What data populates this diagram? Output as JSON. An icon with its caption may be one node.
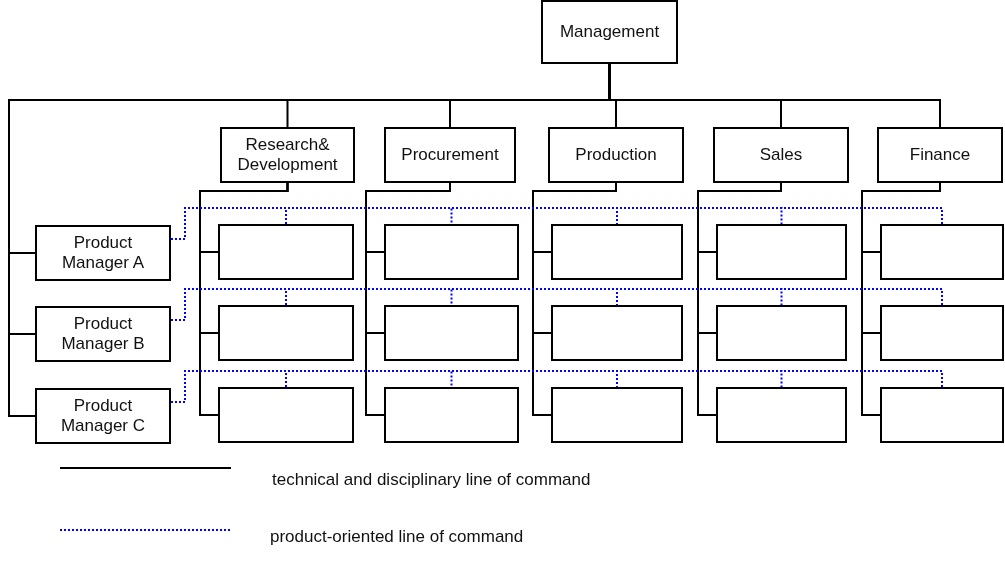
{
  "diagram": {
    "nodes": [
      {
        "text": [
          "Management"
        ]
      },
      {
        "text": [
          "Research& Development"
        ]
      },
      {
        "text": [
          "Procurement"
        ]
      },
      {
        "text": [
          "Production"
        ]
      },
      {
        "text": [
          "Sales"
        ]
      },
      {
        "text": [
          "Finance"
        ]
      },
      {
        "text": [
          "Product Manager A"
        ]
      },
      {
        "text": [],
        "shape": "box"
      },
      {
        "text": [],
        "shape": "box"
      },
      {
        "text": [],
        "shape": "box"
      },
      {
        "text": [],
        "shape": "box"
      },
      {
        "text": [],
        "shape": "box"
      },
      {
        "text": [
          "Product Manager B"
        ]
      },
      {
        "text": [],
        "shape": "box"
      },
      {
        "text": [],
        "shape": "box"
      },
      {
        "text": [],
        "shape": "box"
      },
      {
        "text": [],
        "shape": "box"
      },
      {
        "text": [],
        "shape": "box"
      },
      {
        "text": [
          "Product Manager C"
        ]
      },
      {
        "text": [],
        "shape": "box"
      },
      {
        "text": [],
        "shape": "box"
      },
      {
        "text": [],
        "shape": "box"
      },
      {
        "text": [],
        "shape": "box"
      },
      {
        "text": [],
        "shape": "box"
      }
    ],
    "edges": [
      {
        "from": 0,
        "to": 1,
        "arrow": "none"
      },
      {
        "from": 0,
        "to": 2,
        "arrow": "none"
      },
      {
        "from": 0,
        "to": 3,
        "arrow": "none"
      },
      {
        "from": 0,
        "to": 4,
        "arrow": "none"
      },
      {
        "from": 0,
        "to": 5,
        "arrow": "none"
      },
      {
        "from": 0,
        "to": 6,
        "arrow": "none"
      },
      {
        "from": 0,
        "to": 12,
        "arrow": "none"
      },
      {
        "from": 0,
        "to": 18,
        "arrow": "none"
      },
      {
        "from": 1,
        "to": 7,
        "arrow": "none"
      },
      {
        "from": 1,
        "to": 13,
        "arrow": "none"
      },
      {
        "from": 1,
        "to": 19,
        "arrow": "none"
      },
      {
        "from": 2,
        "to": 8,
        "arrow": "none"
      },
      {
        "from": 2,
        "to": 14,
        "arrow": "none"
      },
      {
        "from": 2,
        "to": 20,
        "arrow": "none"
      },
      {
        "from": 3,
        "to": 9,
        "arrow": "none"
      },
      {
        "from": 3,
        "to": 15,
        "arrow": "none"
      },
      {
        "from": 3,
        "to": 21,
        "arrow": "none"
      },
      {
        "from": 4,
        "to": 10,
        "arrow": "none"
      },
      {
        "from": 4,
        "to": 16,
        "arrow": "none"
      },
      {
        "from": 4,
        "to": 22,
        "arrow": "none"
      },
      {
        "from": 5,
        "to": 11,
        "arrow": "none"
      },
      {
        "from": 5,
        "to": 17,
        "arrow": "none"
      },
      {
        "from": 5,
        "to": 23,
        "arrow": "none"
      },
      {
        "from": 6,
        "to": 7,
        "arrow": "none",
        "style": "dashed",
        "color": "#0000ff"
      },
      {
        "from": 6,
        "to": 8,
        "arrow": "none",
        "style": "dashed",
        "color": "#0000ff"
      },
      {
        "from": 6,
        "to": 9,
        "arrow": "none",
        "style": "dashed",
        "color": "#0000ff"
      },
      {
        "from": 6,
        "to": 10,
        "arrow": "none",
        "style": "dashed",
        "color": "#0000ff"
      },
      {
        "from": 6,
        "to": 11,
        "arrow": "none",
        "style": "dashed",
        "color": "#0000ff"
      },
      {
        "from": 12,
        "to": 13,
        "arrow": "none",
        "style": "dashed",
        "color": "#0000ff"
      },
      {
        "from": 12,
        "to": 14,
        "arrow": "none",
        "style": "dashed",
        "color": "#0000ff"
      },
      {
        "from": 12,
        "to": 15,
        "arrow": "none",
        "style": "dashed",
        "color": "#0000ff"
      },
      {
        "from": 12,
        "to": 16,
        "arrow": "none",
        "style": "dashed",
        "color": "#0000ff"
      },
      {
        "from": 12,
        "to": 17,
        "arrow": "none",
        "style": "dashed",
        "color": "#0000ff"
      },
      {
        "from": 18,
        "to": 19,
        "arrow": "none",
        "style": "dashed",
        "color": "#0000ff"
      },
      {
        "from": 18,
        "to": 20,
        "arrow": "none",
        "style": "dashed",
        "color": "#0000ff"
      },
      {
        "from": 18,
        "to": 21,
        "arrow": "none",
        "style": "dashed",
        "color": "#0000ff"
      },
      {
        "from": 18,
        "to": 22,
        "arrow": "none",
        "style": "dashed",
        "color": "#0000ff"
      },
      {
        "from": 18,
        "to": 23,
        "arrow": "none",
        "style": "dashed",
        "color": "#0000ff"
      }
    ],
    "legend": [
      {
        "text": "technical and disciplinary line of command"
      },
      {
        "text": "product-oriented line of command"
      }
    ]
  }
}
